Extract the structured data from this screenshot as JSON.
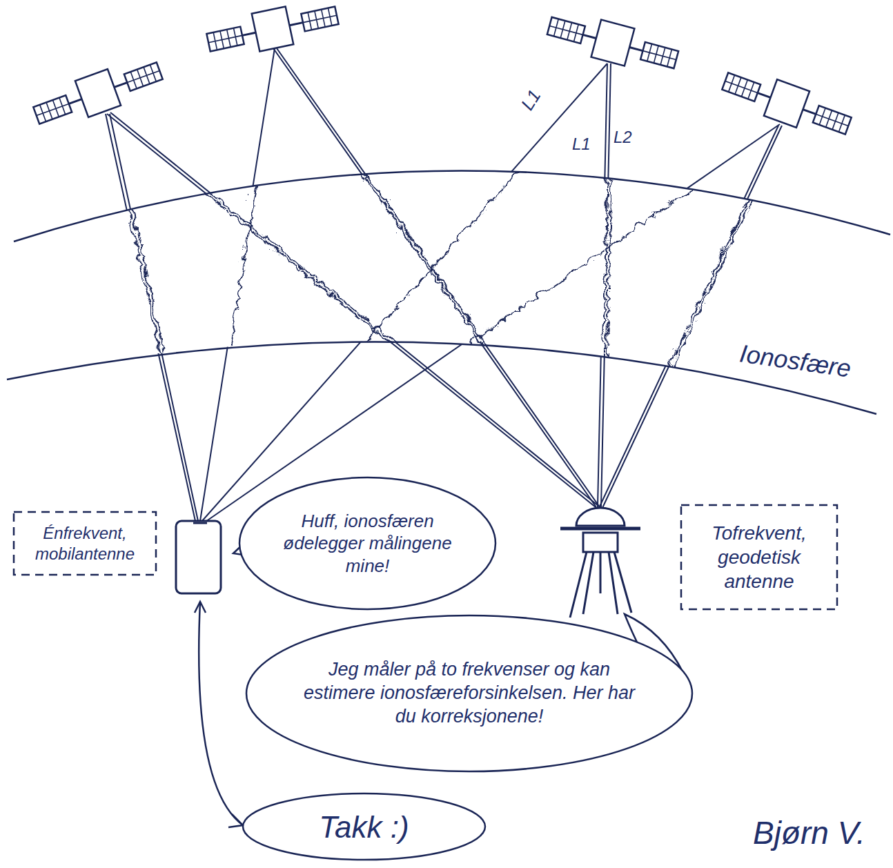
{
  "diagram": {
    "nodes": [
      {
        "text": [
          "Énfrekvent, mobilantenne"
        ]
      },
      {
        "text": [
          "Huff, ionosfæren ødelegger målingene mine!"
        ]
      },
      {
        "text": [
          "Tofrekvent, geodetisk antenne"
        ]
      },
      {
        "text": [
          "Jeg måler på to frekvenser og kan estimere ionosfæreforsinkelsen. Her har du korreksjonene!"
        ]
      },
      {
        "text": [
          "Takk :)"
        ]
      }
    ],
    "labels": [
      "L1",
      "L1",
      "L2",
      "Ionosfære",
      "Bjørn V."
    ]
  }
}
